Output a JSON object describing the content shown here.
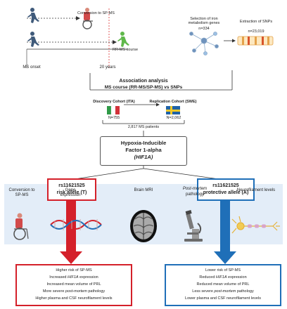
{
  "top_left": {
    "conversion_label": "Conversion to SP-MS",
    "rrms_label": "RR-MS course",
    "ms_onset_label": "MS onset",
    "years_label": "20 years"
  },
  "top_right": {
    "selection_label": "Selection of iron metabolism genes",
    "genes_count": "n=334",
    "extraction_label": "Extraction of SNPs",
    "snps_count": "n=23,019"
  },
  "association": {
    "title": "Association analysis",
    "subtitle": "MS course (RR-MS/SP-MS) vs SNPs"
  },
  "cohorts": {
    "discovery_label": "Discovery Cohort (ITA)",
    "discovery_n": "N=755",
    "replication_label": "Replication Cohort (SWE)",
    "replication_n": "N=2,062",
    "total": "2,817 MS patients"
  },
  "gene": {
    "line1": "Hypoxia-Inducible",
    "line2": "Factor 1-alpha",
    "symbol": "(HIF1A)"
  },
  "risk_allele": {
    "snp": "rs11621525",
    "label": "risk allele (T)"
  },
  "protective_allele": {
    "snp": "rs11621525",
    "label": "protective allele (A)"
  },
  "panels": {
    "conversion": "Conversion to SP-MS",
    "gene_expression": "Gene expression",
    "brain_mri": "Brain MRI",
    "postmortem_italic": "Post-mortem",
    "postmortem_rest": "pathology",
    "neurofilament": "Neurofilament levels"
  },
  "risk_outcomes": {
    "l1": "Higher risk of SP-MS",
    "l2a": "Increased ",
    "l2b": "HIF1A",
    "l2c": " expression",
    "l3": "Increased mean volume of PRL",
    "l4a": "More severe ",
    "l4b": "post-mortem",
    "l4c": " pathology",
    "l5": "Higher plasma and CSF neurofilament levels"
  },
  "protective_outcomes": {
    "l1": "Lower risk of SP-MS",
    "l2a": "Reduced ",
    "l2b": "HIF1A",
    "l2c": " expression",
    "l3": "Reduced mean volume of PRL",
    "l4a": "Less severe ",
    "l4b": "post-mortem",
    "l4c": " pathology",
    "l5": "Lower plasma and CSF neurofilament levels"
  },
  "colors": {
    "risk": "#d4202a",
    "protective": "#1f6fb8",
    "band": "#e3edf8"
  },
  "icons": [
    "runner-icon",
    "wheelchair-icon",
    "network-icon",
    "dna-strip-icon",
    "italy-flag-icon",
    "sweden-flag-icon",
    "dna-helix-icon",
    "brain-mri-icon",
    "microscope-icon",
    "neuron-icon"
  ]
}
